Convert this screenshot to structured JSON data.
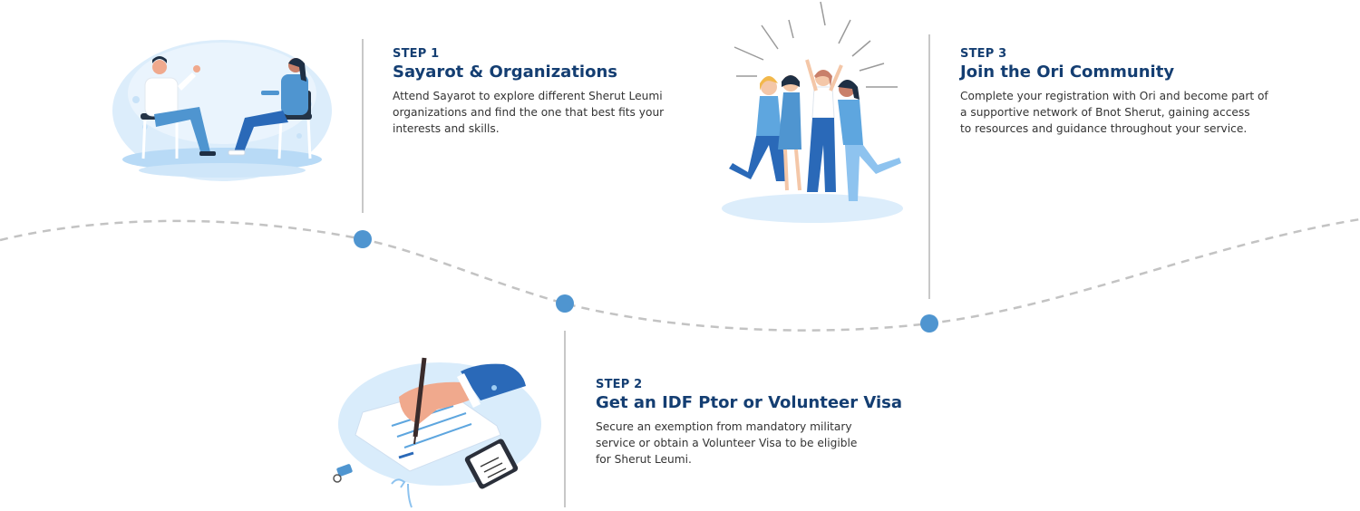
{
  "colors": {
    "heading": "#143e72",
    "body_text": "#333333",
    "accent": "#4f95d0",
    "light_blue": "#d9ecfb",
    "path_dash": "#c3c3c3",
    "divider": "#c8c8c8"
  },
  "steps": [
    {
      "label": "STEP 1",
      "title": "Sayarot & Organizations",
      "description": "Attend Sayarot to explore different Sherut Leumi\norganizations and find the one that best fits your\ninterests and skills.",
      "illustration": "two-people-conversation-illustration"
    },
    {
      "label": "STEP 2",
      "title": "Get an IDF Ptor or Volunteer Visa",
      "description": "Secure an exemption from mandatory military\nservice or obtain a Volunteer Visa to be eligible\nfor Sherut Leumi.",
      "illustration": "signing-document-illustration"
    },
    {
      "label": "STEP 3",
      "title": "Join the Ori Community",
      "description": "Complete your registration with Ori and become part of\na      supportive network of Bnot Sherut, gaining access\nto resources and      guidance throughout your service.",
      "illustration": "group-of-women-celebrating-illustration"
    }
  ]
}
